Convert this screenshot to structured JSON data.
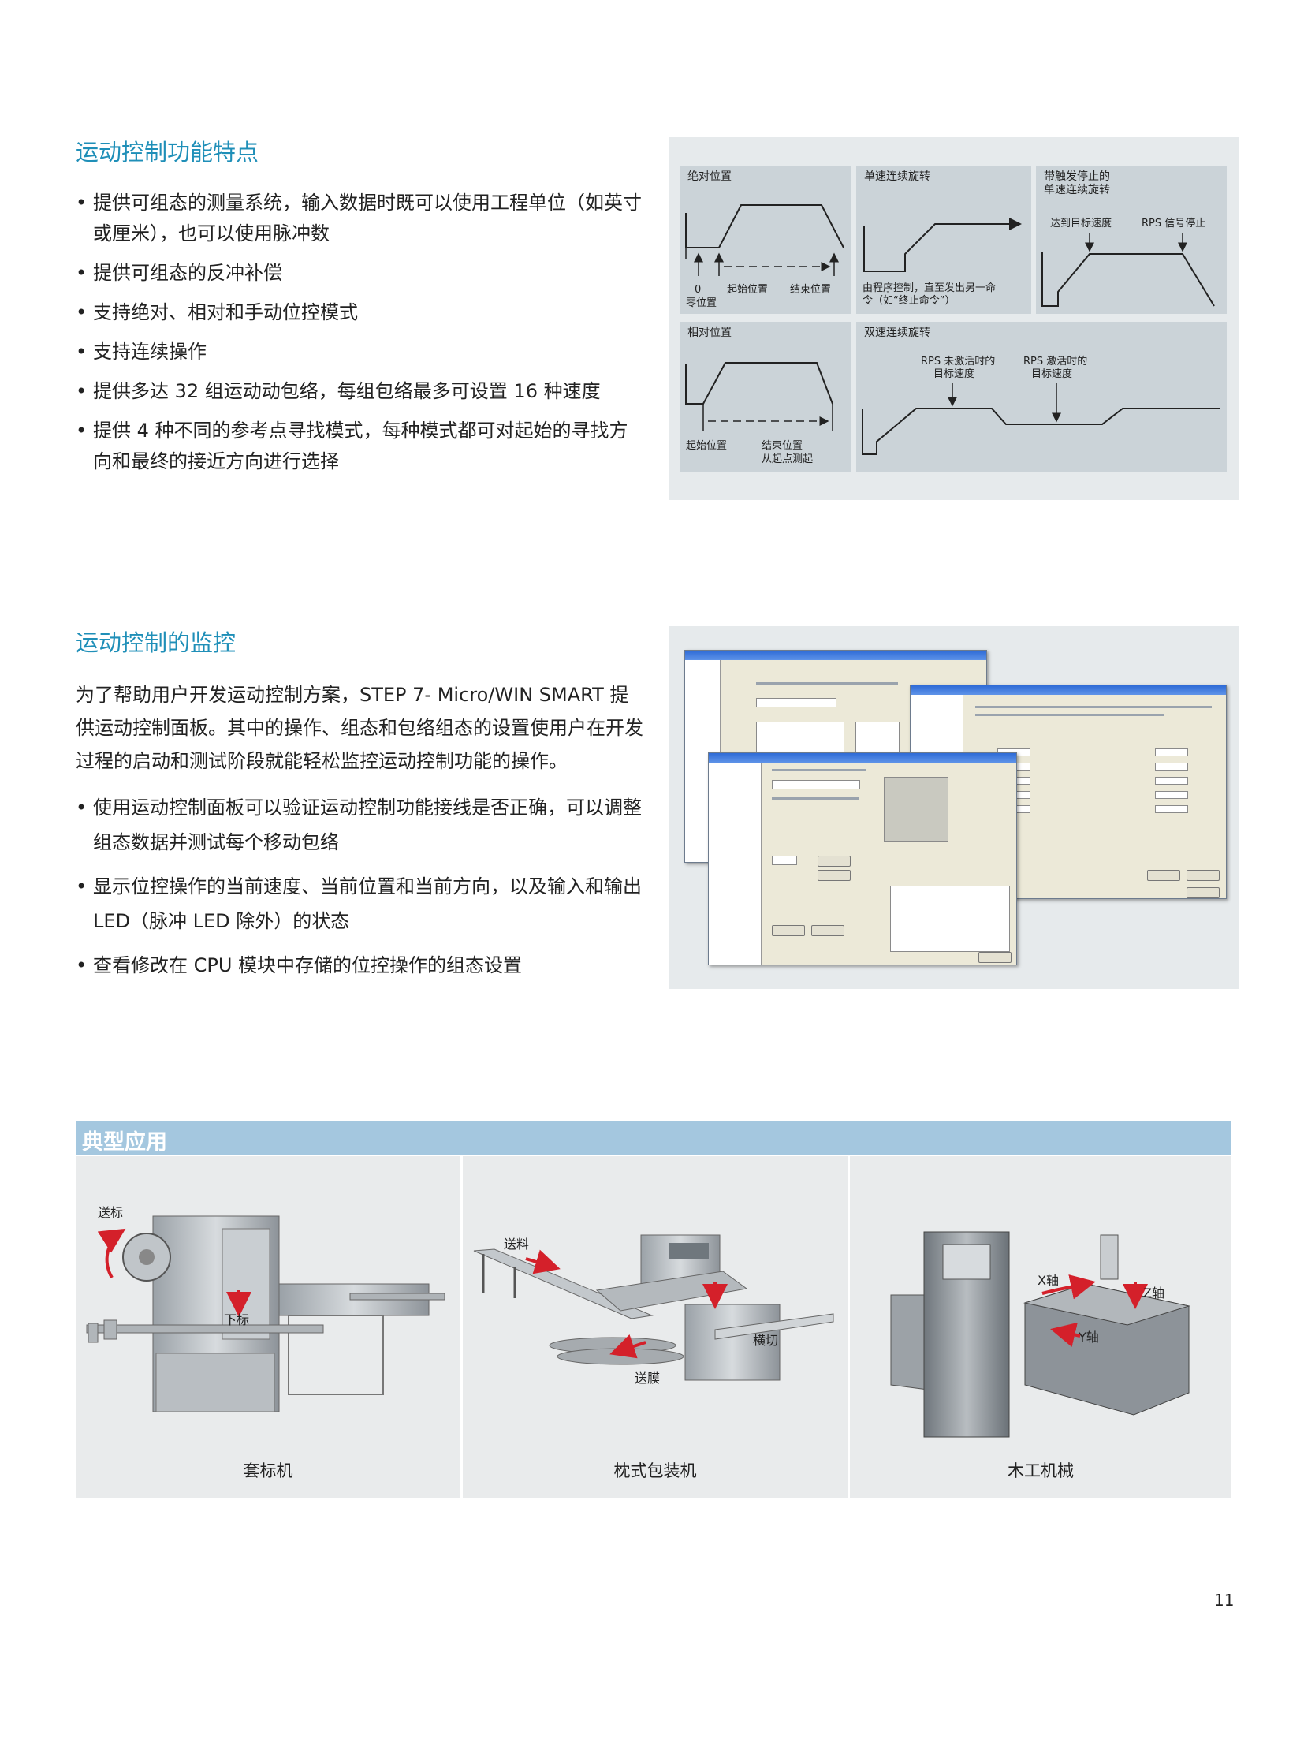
{
  "features": {
    "title": "运动控制功能特点",
    "bullets": [
      "提供可组态的测量系统，输入数据时既可以使用工程单位（如英寸或厘米），也可以使用脉冲数",
      "提供可组态的反冲补偿",
      "支持绝对、相对和手动位控模式",
      "支持连续操作",
      "提供多达 32 组运动动包络，每组包络最多可设置 16 种速度",
      "提供 4 种不同的参考点寻找模式，每种模式都可对起始的寻找方向和最终的接近方向进行选择"
    ]
  },
  "diagrams": {
    "absolute": {
      "title": "绝对位置",
      "zero": "0",
      "zero_pos": "零位置",
      "start": "起始位置",
      "end": "结束位置"
    },
    "single_speed": {
      "title": "单速连续旋转",
      "note_line1": "由程序控制，直至发出另一命",
      "note_line2": "令（如“终止命令”）"
    },
    "trigger_stop": {
      "title_line1": "带触发停止的",
      "title_line2": "单速连续旋转",
      "reach": "达到目标速度",
      "rps_stop": "RPS 信号停止"
    },
    "relative": {
      "title": "相对位置",
      "start": "起始位置",
      "end": "结束位置",
      "from_start": "从起点测起"
    },
    "dual_speed": {
      "title": "双速连续旋转",
      "rps_inactive_line1": "RPS 未激活时的",
      "rps_inactive_line2": "目标速度",
      "rps_active_line1": "RPS 激活时的",
      "rps_active_line2": "目标速度"
    }
  },
  "monitoring": {
    "title": "运动控制的监控",
    "paragraph": "为了帮助用户开发运动控制方案，STEP 7- Micro/WIN SMART 提供运动控制面板。其中的操作、组态和包络组态的设置使用户在开发过程的启动和测试阶段就能轻松监控运动控制功能的操作。",
    "bullets": [
      "使用运动控制面板可以验证运动控制功能接线是否正确，可以调整组态数据并测试每个移动包络",
      "显示位控操作的当前速度、当前位置和当前方向，以及输入和输出 LED（脉冲 LED 除外）的状态",
      "查看修改在 CPU 模块中存储的位控操作的组态设置"
    ]
  },
  "applications": {
    "title": "典型应用",
    "items": [
      {
        "caption": "套标机",
        "labels": [
          "送标",
          "下标"
        ]
      },
      {
        "caption": "枕式包装机",
        "labels": [
          "送料",
          "横切",
          "送膜"
        ]
      },
      {
        "caption": "木工机械",
        "labels": [
          "X轴",
          "Z轴",
          "Y轴"
        ]
      }
    ]
  },
  "page_number": "11"
}
